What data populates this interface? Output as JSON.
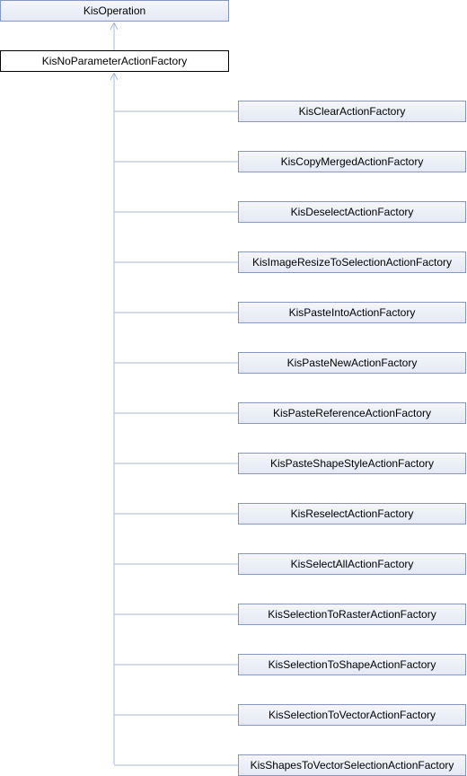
{
  "root": {
    "label": "KisOperation"
  },
  "current": {
    "label": "KisNoParameterActionFactory"
  },
  "children": [
    {
      "label": "KisClearActionFactory"
    },
    {
      "label": "KisCopyMergedActionFactory"
    },
    {
      "label": "KisDeselectActionFactory"
    },
    {
      "label": "KisImageResizeToSelectionActionFactory"
    },
    {
      "label": "KisPasteIntoActionFactory"
    },
    {
      "label": "KisPasteNewActionFactory"
    },
    {
      "label": "KisPasteReferenceActionFactory"
    },
    {
      "label": "KisPasteShapeStyleActionFactory"
    },
    {
      "label": "KisReselectActionFactory"
    },
    {
      "label": "KisSelectAllActionFactory"
    },
    {
      "label": "KisSelectionToRasterActionFactory"
    },
    {
      "label": "KisSelectionToShapeActionFactory"
    },
    {
      "label": "KisSelectionToVectorActionFactory"
    },
    {
      "label": "KisShapesToVectorSelectionActionFactory"
    }
  ],
  "colors": {
    "edge": "#a3bbd9",
    "node_border": "#8497c2",
    "node_fill": "#e4e9f4",
    "current_border": "#000000"
  }
}
